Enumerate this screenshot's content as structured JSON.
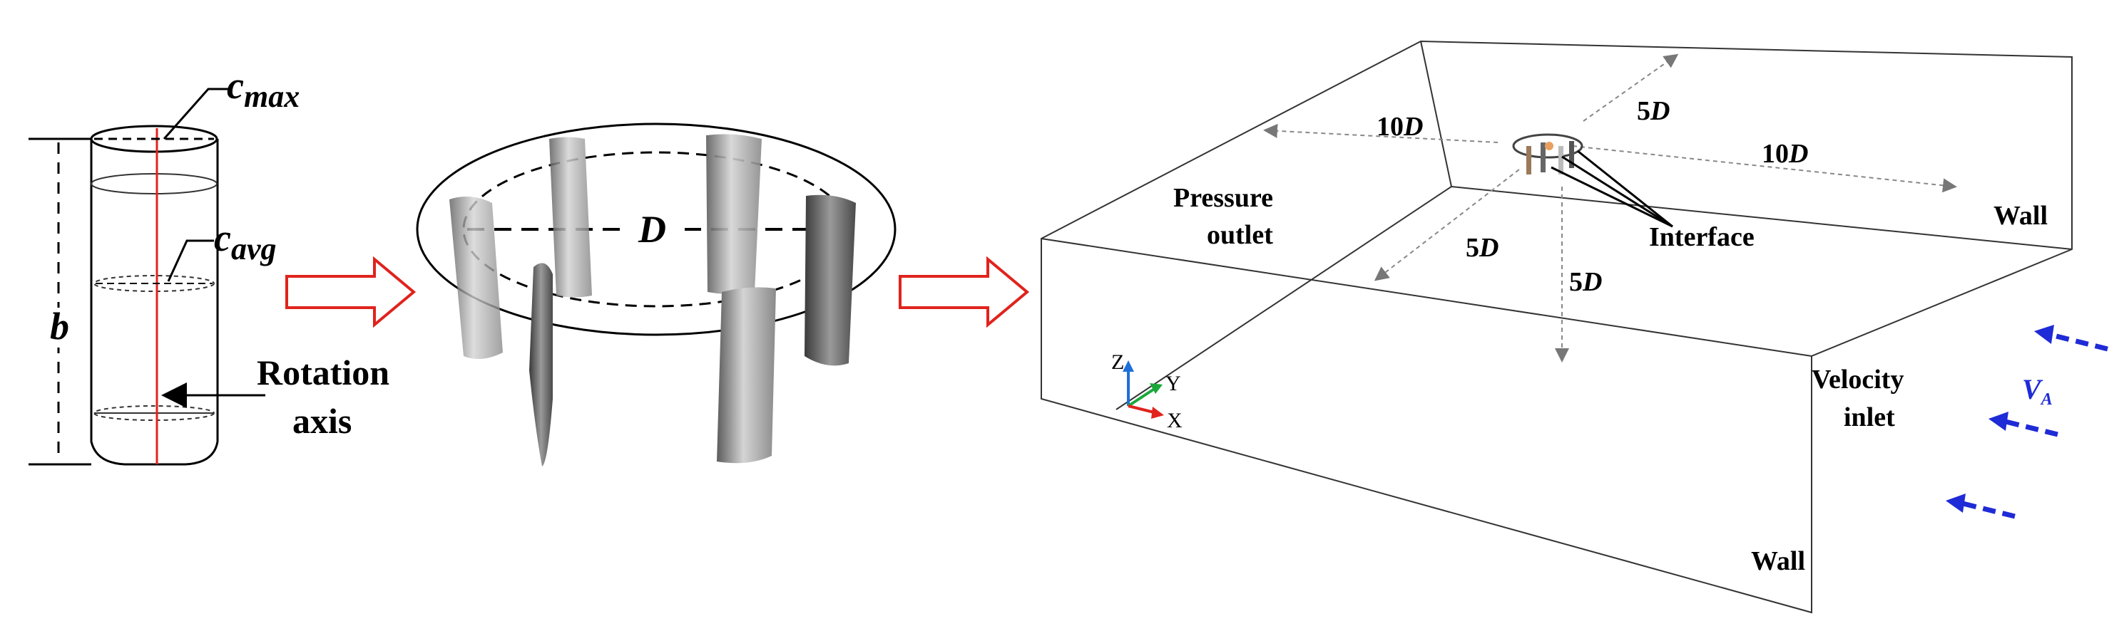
{
  "blade_section": {
    "c_letter": "c",
    "c_max_sub": "max",
    "c_avg_sub": "avg",
    "b_label": "b",
    "rotation_axis_line1": "Rotation",
    "rotation_axis_line2": "axis"
  },
  "rotor": {
    "diameter_label": "D",
    "blade_count": 6
  },
  "domain": {
    "dim_10D_left": "10",
    "dim_10D_right": "10",
    "dim_5D_top": "5",
    "dim_5D_left": "5",
    "dim_5D_down": "5",
    "D_suffix": "D",
    "pressure_outlet_line1": "Pressure",
    "pressure_outlet_line2": "outlet",
    "interface": "Interface",
    "wall_top": "Wall",
    "wall_bottom": "Wall",
    "velocity_inlet_line1": "Velocity",
    "velocity_inlet_line2": "inlet",
    "inflow_label": "V",
    "inflow_sub": "A",
    "axis_x": "X",
    "axis_y": "Y",
    "axis_z": "Z"
  },
  "colors": {
    "arrow_red": "#e0231d",
    "inflow_blue": "#1f2bd6",
    "axis_x": "#e0231d",
    "axis_y": "#1aa83a",
    "axis_z": "#1e6fd9"
  }
}
